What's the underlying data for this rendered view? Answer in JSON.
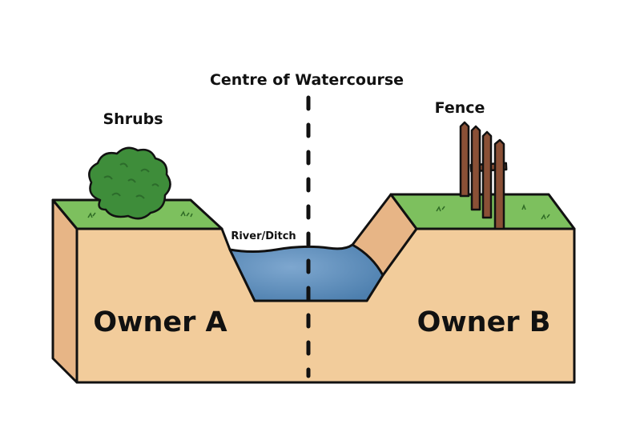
{
  "labels": {
    "centre": "Centre of Watercourse",
    "shrubs": "Shrubs",
    "fence": "Fence",
    "river": "River/Ditch",
    "owner_a": "Owner A",
    "owner_b": "Owner B"
  },
  "colors": {
    "soil_front": "#f2cc9b",
    "soil_side": "#e7b586",
    "grass_top": "#7dc05e",
    "water": "#4d7fae",
    "water_light": "#7ea7cf",
    "shrub": "#3e8d3a",
    "shrub_dark": "#2c6c2b",
    "fence_wood": "#8a5036",
    "outline": "#111111"
  },
  "icons": {
    "shrub": "shrub-icon",
    "fence": "fence-icon"
  }
}
